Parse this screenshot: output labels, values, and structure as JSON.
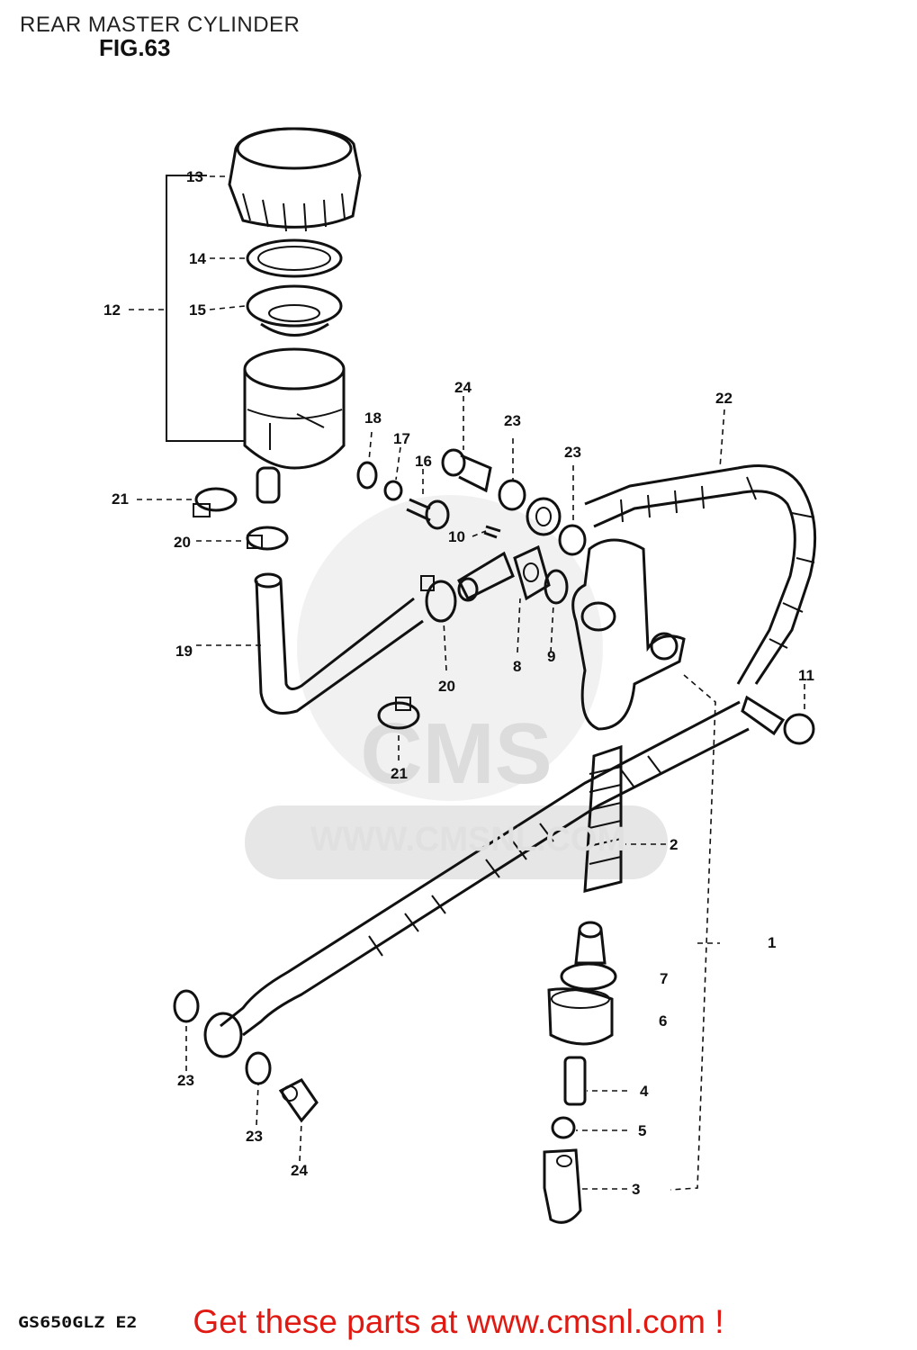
{
  "header": {
    "title": "REAR MASTER CYLINDER",
    "figure": "FIG.63"
  },
  "model_code": "GS650GLZ E2",
  "watermark": {
    "logo": "CMS",
    "url": "WWW.CMSNL.COM"
  },
  "footer": {
    "link_text": "Get these parts at www.cmsnl.com !",
    "color": "#e01a12"
  },
  "callouts": [
    "1",
    "2",
    "3",
    "4",
    "5",
    "6",
    "7",
    "8",
    "9",
    "10",
    "11",
    "12",
    "13",
    "14",
    "15",
    "16",
    "17",
    "18",
    "19",
    "20",
    "20",
    "21",
    "21",
    "22",
    "23",
    "23",
    "23",
    "23",
    "24",
    "24"
  ]
}
